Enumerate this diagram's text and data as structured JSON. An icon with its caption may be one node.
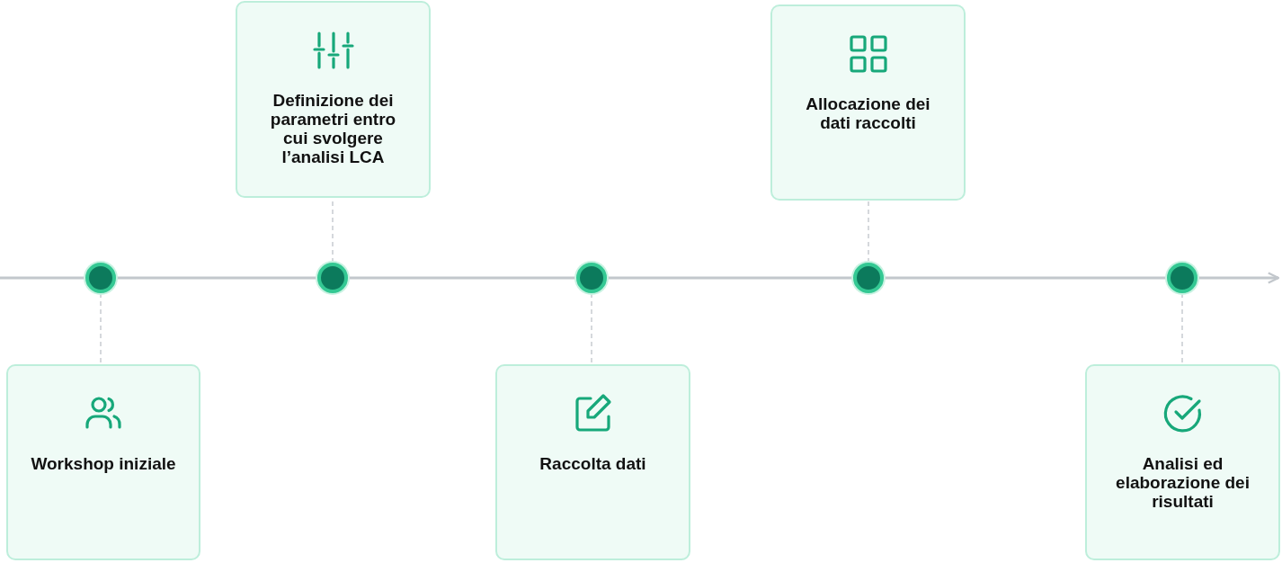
{
  "diagram": {
    "nodes": [
      {
        "text": [
          "Workshop iniziale"
        ]
      },
      {
        "text": [
          "Definizione dei parametri entro cui svolgere l’analisi LCA"
        ]
      },
      {
        "text": [
          "Raccolta dati"
        ]
      },
      {
        "text": [
          "Allocazione dei dati raccolti"
        ]
      },
      {
        "text": [
          "Analisi ed elaborazione dei risultati"
        ]
      },
      {
        "text": [],
        "shape": "circle"
      },
      {
        "text": [],
        "shape": "circle"
      },
      {
        "text": [],
        "shape": "circle"
      },
      {
        "text": [],
        "shape": "circle"
      },
      {
        "text": [],
        "shape": "circle"
      }
    ],
    "edges": [
      {
        "from": null,
        "to": 5,
        "arrow": "none"
      },
      {
        "from": 5,
        "to": 6,
        "arrow": "none"
      },
      {
        "from": 6,
        "to": 7,
        "arrow": "none"
      },
      {
        "from": 7,
        "to": 8,
        "arrow": "none"
      },
      {
        "from": 8,
        "to": 9,
        "arrow": "none"
      },
      {
        "from": 9,
        "to": null,
        "arrow": "to"
      },
      {
        "from": 5,
        "to": 0,
        "arrow": "none",
        "style": "dashed"
      },
      {
        "from": 6,
        "to": 1,
        "arrow": "none",
        "style": "dashed"
      },
      {
        "from": 7,
        "to": 2,
        "arrow": "none",
        "style": "dashed"
      },
      {
        "from": 8,
        "to": 3,
        "arrow": "none",
        "style": "dashed"
      },
      {
        "from": 9,
        "to": 4,
        "arrow": "none",
        "style": "dashed"
      }
    ]
  }
}
